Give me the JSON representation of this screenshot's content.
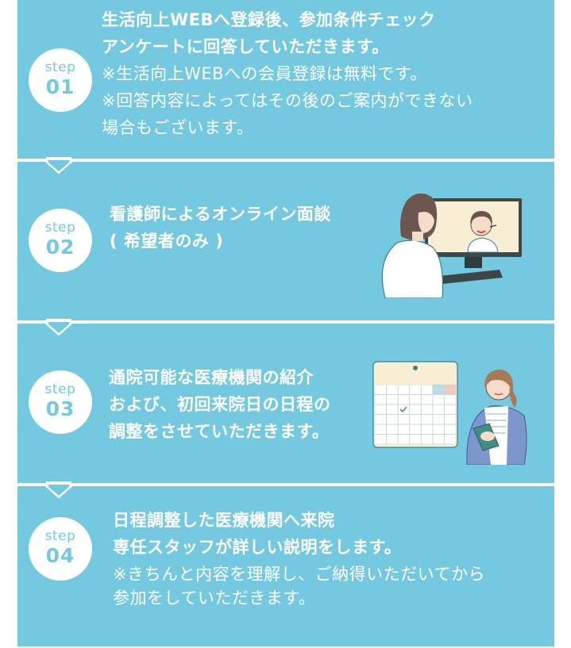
{
  "colors": {
    "panel": "#74c8e0",
    "badge_bg": "#ffffff",
    "badge_text": "#74c8e0",
    "text": "#ffffff",
    "separator": "#ffffff"
  },
  "steps": [
    {
      "badge_label": "step",
      "badge_number": "01",
      "lines": [
        "生活向上WEBへ登録後、参加条件チェック",
        "アンケートに回答していただきます。",
        "※生活向上WEBへの会員登録は無料です。",
        "※回答内容によってはその後のご案内ができない",
        "場合もございます。"
      ]
    },
    {
      "badge_label": "step",
      "badge_number": "02",
      "lines": [
        "看護師によるオンライン面談",
        "( 希望者のみ )"
      ],
      "illustration": "online-consultation-illustration"
    },
    {
      "badge_label": "step",
      "badge_number": "03",
      "lines": [
        "通院可能な医療機関の紹介",
        "および、初回来院日の日程の",
        "調整をさせていただきます。"
      ],
      "illustration": "calendar-scheduling-illustration"
    },
    {
      "badge_label": "step",
      "badge_number": "04",
      "lines": [
        "日程調整した医療機関へ来院",
        "専任スタッフが詳しい説明をします。",
        "※きちんと内容を理解し、ご納得いただいてから",
        "参加をしていただきます。"
      ]
    }
  ]
}
